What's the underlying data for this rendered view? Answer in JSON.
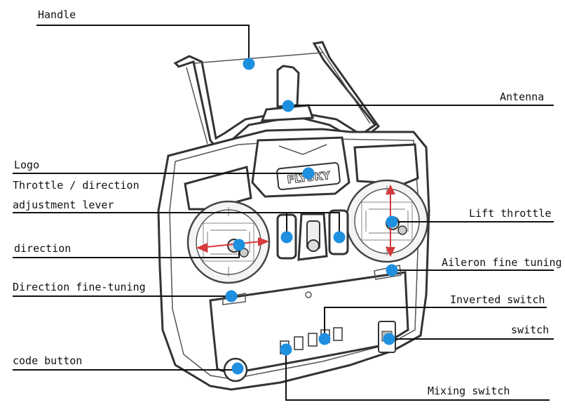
{
  "brand_logo": "FLYSKY",
  "labels": {
    "handle": "Handle",
    "antenna": "Antenna",
    "logo": "Logo",
    "throttle_direction_line1": "Throttle / direction",
    "throttle_direction_line2": "adjustment lever",
    "lift_throttle": "Lift throttle",
    "direction": "direction",
    "aileron_fine_tuning": "Aileron fine tuning",
    "direction_fine_tuning": "Direction fine-tuning",
    "inverted_switch": "Inverted switch",
    "switch": "switch",
    "code_button": "code button",
    "mixing_switch": "Mixing switch"
  },
  "colors": {
    "marker": "#1f8fe0",
    "arrow": "#d63a3a",
    "outline": "#333333"
  }
}
